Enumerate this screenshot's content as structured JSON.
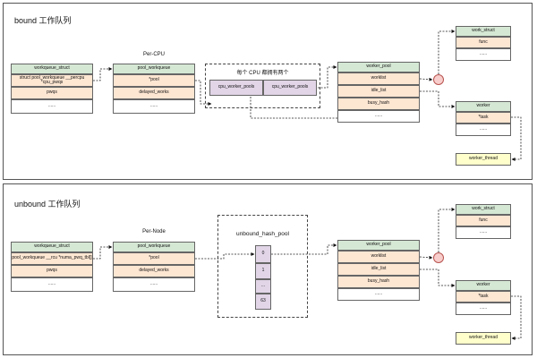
{
  "bound": {
    "title": "bound 工作队列",
    "workqueue_struct": [
      "workqueue_struct",
      "struct pool_workqueue __percpu *cpu_pwqs",
      "pwqs",
      "......"
    ],
    "percpu_label": "Per-CPU",
    "pool_workqueue": [
      "pool_workqueue",
      "*pool",
      "delayed_works",
      "......"
    ],
    "cpu_group_label": "每个 CPU 都拥有两个",
    "cpu_worker_pools": [
      "cpu_worker_pools",
      "cpu_worker_pools"
    ],
    "worker_pool": [
      "worker_pool",
      "worklist",
      "idle_list",
      "busy_hash",
      "......"
    ],
    "work_struct": [
      "work_struct",
      "func",
      "......"
    ],
    "worker": [
      "worker",
      "*task",
      "......"
    ],
    "worker_thread": "worker_thread"
  },
  "unbound": {
    "title": "unbound 工作队列",
    "workqueue_struct": [
      "workqueue_struct",
      "pool_workqueue __rcu *numa_pwq_tbl[]",
      "pwqs",
      "......"
    ],
    "pernode_label": "Per-Node",
    "pool_workqueue": [
      "pool_workqueue",
      "*pool",
      "delayed_works",
      "......"
    ],
    "hash_pool_label": "unbound_hash_pool",
    "hash_pool_cells": [
      "0",
      "1",
      "...",
      "63"
    ],
    "worker_pool": [
      "worker_pool",
      "worklist",
      "idle_list",
      "busy_hash",
      "......"
    ],
    "work_struct": [
      "work_struct",
      "func",
      "......"
    ],
    "worker": [
      "worker",
      "*task",
      "......"
    ],
    "worker_thread": "worker_thread"
  }
}
